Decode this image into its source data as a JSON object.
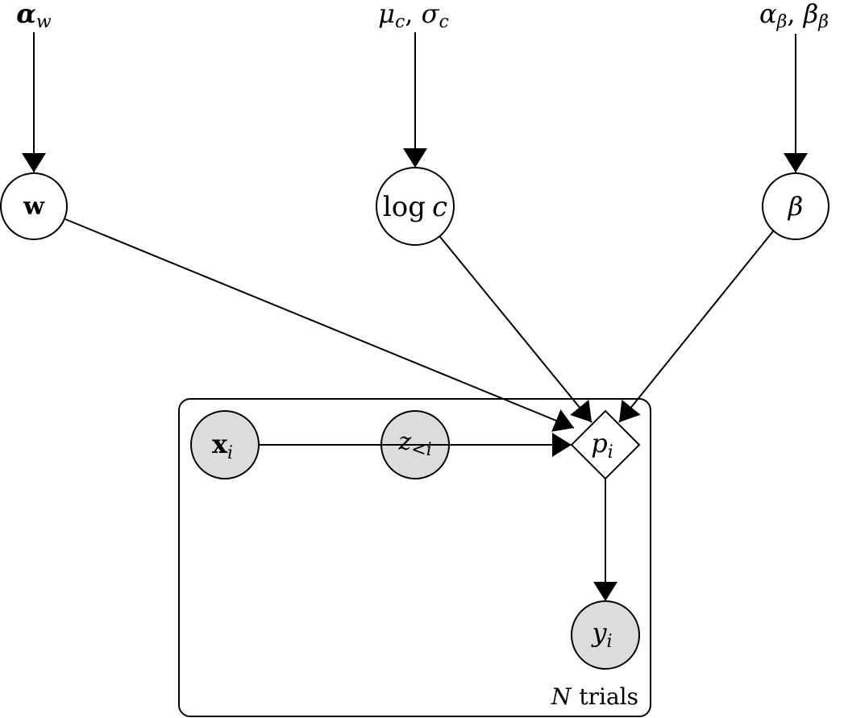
{
  "diagram": {
    "type": "probabilistic-graphical-model",
    "hyperparameters": [
      {
        "id": "alpha_w",
        "main": "α",
        "sub": "w",
        "bold": true
      },
      {
        "id": "mu_sigma_c",
        "parts": [
          {
            "main": "μ",
            "sub": "c"
          },
          {
            "main": "σ",
            "sub": "c"
          }
        ],
        "separator": ", "
      },
      {
        "id": "alpha_beta_beta",
        "parts": [
          {
            "main": "α",
            "sub": "β"
          },
          {
            "main": "β",
            "sub": "β"
          }
        ],
        "separator": ", "
      }
    ],
    "nodes": [
      {
        "id": "w",
        "label": "w",
        "shape": "circle",
        "observed": false
      },
      {
        "id": "logc",
        "label_fn": "log",
        "label_var": "c",
        "shape": "circle",
        "observed": false
      },
      {
        "id": "beta",
        "label": "β",
        "shape": "circle",
        "observed": false
      },
      {
        "id": "x_i",
        "label": "x",
        "sub": "i",
        "shape": "circle",
        "observed": true
      },
      {
        "id": "z_lt_i",
        "label": "z",
        "sub": "<i",
        "shape": "circle",
        "observed": true
      },
      {
        "id": "p_i",
        "label": "p",
        "sub": "i",
        "shape": "diamond",
        "observed": false
      },
      {
        "id": "y_i",
        "label": "y",
        "sub": "i",
        "shape": "circle",
        "observed": true
      }
    ],
    "edges": [
      {
        "from": "alpha_w",
        "to": "w"
      },
      {
        "from": "mu_sigma_c",
        "to": "logc"
      },
      {
        "from": "alpha_beta_beta",
        "to": "beta"
      },
      {
        "from": "w",
        "to": "p_i"
      },
      {
        "from": "logc",
        "to": "p_i"
      },
      {
        "from": "beta",
        "to": "p_i"
      },
      {
        "from": "x_i",
        "to": "p_i"
      },
      {
        "from": "p_i",
        "to": "y_i"
      }
    ],
    "plate": {
      "label_var": "N",
      "label_text": "trials"
    },
    "colors": {
      "observed_fill": "#dcdcdc",
      "stroke": "#000000",
      "background": "#ffffff"
    }
  }
}
